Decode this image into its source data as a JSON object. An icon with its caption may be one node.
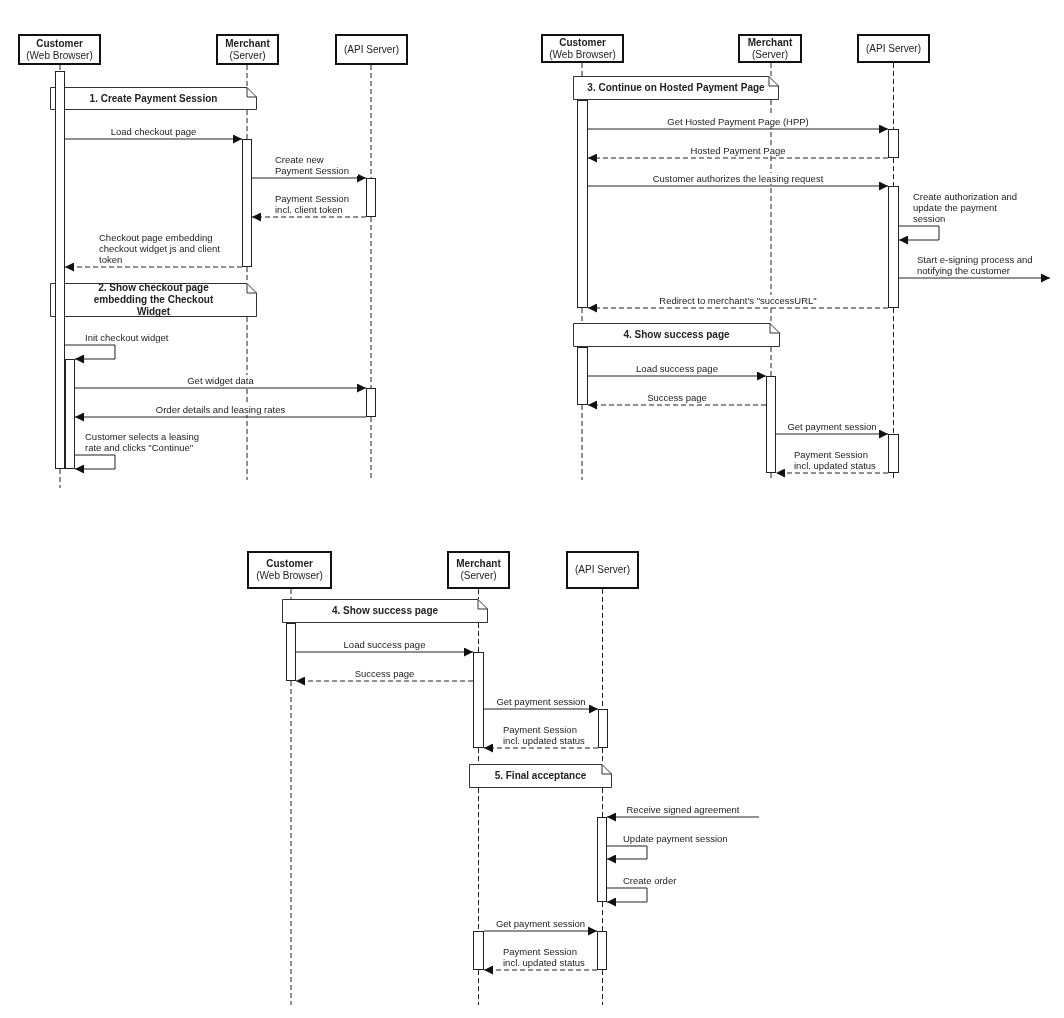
{
  "diagram": {
    "nodes": [
      {
        "text": [
          "Customer",
          "(Web Browser)"
        ]
      },
      {
        "text": [
          "Merchant",
          "(Server)"
        ]
      },
      {
        "text": [
          "(API Server)"
        ]
      },
      {
        "text": [
          "1. Create Payment Session"
        ]
      },
      {
        "text": [
          "2. Show checkout page embedding the Checkout Widget"
        ]
      },
      {
        "text": [],
        "shape": "bar"
      },
      {
        "text": [],
        "shape": "bar"
      },
      {
        "text": [],
        "shape": "bar"
      },
      {
        "text": [],
        "shape": "bar"
      },
      {
        "text": [],
        "shape": "bar"
      },
      {
        "text": [
          "Customer",
          "(Web Browser)"
        ]
      },
      {
        "text": [
          "Merchant",
          "(Server)"
        ]
      },
      {
        "text": [
          "(API Server)"
        ]
      },
      {
        "text": [
          "3. Continue on Hosted Payment Page"
        ]
      },
      {
        "text": [
          "4. Show success page"
        ]
      },
      {
        "text": [],
        "shape": "bar"
      },
      {
        "text": [],
        "shape": "bar"
      },
      {
        "text": [],
        "shape": "bar"
      },
      {
        "text": [],
        "shape": "bar"
      },
      {
        "text": [],
        "shape": "bar"
      },
      {
        "text": [],
        "shape": "bar"
      },
      {
        "text": [
          "Customer",
          "(Web Browser)"
        ]
      },
      {
        "text": [
          "Merchant",
          "(Server)"
        ]
      },
      {
        "text": [
          "(API Server)"
        ]
      },
      {
        "text": [
          "4. Show success page"
        ]
      },
      {
        "text": [
          "5. Final acceptance"
        ]
      },
      {
        "text": [],
        "shape": "bar"
      },
      {
        "text": [],
        "shape": "bar"
      },
      {
        "text": [],
        "shape": "bar"
      },
      {
        "text": [],
        "shape": "bar"
      },
      {
        "text": [],
        "shape": "bar"
      },
      {
        "text": [],
        "shape": "bar"
      }
    ],
    "edges": [
      {
        "from": 5,
        "to": 6,
        "arrow": "to",
        "label": "Load checkout page"
      },
      {
        "from": 6,
        "to": 7,
        "arrow": "to",
        "label": "Create new Payment Session"
      },
      {
        "from": 7,
        "to": 6,
        "arrow": "to",
        "style": "dashed",
        "label": "Payment Session incl. client token"
      },
      {
        "from": 6,
        "to": 5,
        "arrow": "to",
        "style": "dashed",
        "label": "Checkout page embedding checkout widget js and client token"
      },
      {
        "from": 5,
        "to": 8,
        "arrow": "to",
        "label": "Init checkout widget"
      },
      {
        "from": 8,
        "to": 9,
        "arrow": "to",
        "label": "Get widget data"
      },
      {
        "from": 9,
        "to": 8,
        "arrow": "to",
        "label": "Order details and leasing rates"
      },
      {
        "from": 8,
        "to": 8,
        "arrow": "to",
        "label": "Customer selects a leasing rate and clicks \"Continue\""
      },
      {
        "from": 15,
        "to": 16,
        "arrow": "to",
        "label": "Get Hosted Payment Page (HPP)"
      },
      {
        "from": 16,
        "to": 15,
        "arrow": "to",
        "style": "dashed",
        "label": "Hosted Payment Page"
      },
      {
        "from": 15,
        "to": 17,
        "arrow": "to",
        "label": "Customer authorizes the leasing request"
      },
      {
        "from": 17,
        "to": 17,
        "arrow": "to",
        "label": "Create authorization and update the payment session"
      },
      {
        "from": 17,
        "to": null,
        "arrow": "to",
        "label": "Start e-signing process and notifying the customer"
      },
      {
        "from": 17,
        "to": 15,
        "arrow": "to",
        "style": "dashed",
        "label": "Redirect to merchant's \"successURL\""
      },
      {
        "from": 18,
        "to": 19,
        "arrow": "to",
        "label": "Load success page"
      },
      {
        "from": 19,
        "to": 18,
        "arrow": "to",
        "style": "dashed",
        "label": "Success page"
      },
      {
        "from": 19,
        "to": 20,
        "arrow": "to",
        "label": "Get payment session"
      },
      {
        "from": 20,
        "to": 19,
        "arrow": "to",
        "style": "dashed",
        "label": "Payment Session incl. updated status"
      },
      {
        "from": 26,
        "to": 27,
        "arrow": "to",
        "label": "Load success page"
      },
      {
        "from": 27,
        "to": 26,
        "arrow": "to",
        "style": "dashed",
        "label": "Success page"
      },
      {
        "from": 27,
        "to": 28,
        "arrow": "to",
        "label": "Get payment session"
      },
      {
        "from": 28,
        "to": 27,
        "arrow": "to",
        "style": "dashed",
        "label": "Payment Session incl. updated status"
      },
      {
        "from": null,
        "to": 29,
        "arrow": "to",
        "label": "Receive signed agreement"
      },
      {
        "from": 29,
        "to": 29,
        "arrow": "to",
        "label": "Update payment session"
      },
      {
        "from": 29,
        "to": 29,
        "arrow": "to",
        "label": "Create order"
      },
      {
        "from": 30,
        "to": 31,
        "arrow": "to",
        "label": "Get payment session"
      },
      {
        "from": 31,
        "to": 30,
        "arrow": "to",
        "style": "dashed",
        "label": "Payment Session incl. updated status"
      },
      {
        "from": 0,
        "to": 5,
        "arrow": "none",
        "style": "dashed"
      },
      {
        "from": 5,
        "to": null,
        "arrow": "none",
        "style": "dashed"
      },
      {
        "from": 1,
        "to": 3,
        "arrow": "none",
        "style": "dashed"
      },
      {
        "from": 3,
        "to": 6,
        "arrow": "none",
        "style": "dashed"
      },
      {
        "from": 6,
        "to": 4,
        "arrow": "none",
        "style": "dashed"
      },
      {
        "from": 4,
        "to": null,
        "arrow": "none",
        "style": "dashed"
      },
      {
        "from": 2,
        "to": 7,
        "arrow": "none",
        "style": "dashed"
      },
      {
        "from": 7,
        "to": 9,
        "arrow": "none",
        "style": "dashed"
      },
      {
        "from": 9,
        "to": null,
        "arrow": "none",
        "style": "dashed"
      },
      {
        "from": 10,
        "to": 13,
        "arrow": "none",
        "style": "dashed"
      },
      {
        "from": 15,
        "to": 14,
        "arrow": "none",
        "style": "dashed"
      },
      {
        "from": 18,
        "to": null,
        "arrow": "none",
        "style": "dashed"
      },
      {
        "from": 11,
        "to": 13,
        "arrow": "none",
        "style": "dashed"
      },
      {
        "from": 13,
        "to": 14,
        "arrow": "none",
        "style": "dashed"
      },
      {
        "from": 14,
        "to": 19,
        "arrow": "none",
        "style": "dashed"
      },
      {
        "from": 19,
        "to": null,
        "arrow": "none",
        "style": "dashed"
      },
      {
        "from": 12,
        "to": 16,
        "arrow": "none",
        "style": "dashed"
      },
      {
        "from": 16,
        "to": 17,
        "arrow": "none",
        "style": "dashed"
      },
      {
        "from": 17,
        "to": 20,
        "arrow": "none",
        "style": "dashed"
      },
      {
        "from": 20,
        "to": null,
        "arrow": "none",
        "style": "dashed"
      },
      {
        "from": 21,
        "to": 24,
        "arrow": "none",
        "style": "dashed"
      },
      {
        "from": 26,
        "to": null,
        "arrow": "none",
        "style": "dashed"
      },
      {
        "from": 22,
        "to": 24,
        "arrow": "none",
        "style": "dashed"
      },
      {
        "from": 24,
        "to": 27,
        "arrow": "none",
        "style": "dashed"
      },
      {
        "from": 27,
        "to": 25,
        "arrow": "none",
        "style": "dashed"
      },
      {
        "from": 25,
        "to": 30,
        "arrow": "none",
        "style": "dashed"
      },
      {
        "from": 30,
        "to": null,
        "arrow": "none",
        "style": "dashed"
      },
      {
        "from": 23,
        "to": 28,
        "arrow": "none",
        "style": "dashed"
      },
      {
        "from": 28,
        "to": 25,
        "arrow": "none",
        "style": "dashed"
      },
      {
        "from": 25,
        "to": 29,
        "arrow": "none",
        "style": "dashed"
      },
      {
        "from": 29,
        "to": 31,
        "arrow": "none",
        "style": "dashed"
      },
      {
        "from": 31,
        "to": null,
        "arrow": "none",
        "style": "dashed"
      }
    ]
  }
}
